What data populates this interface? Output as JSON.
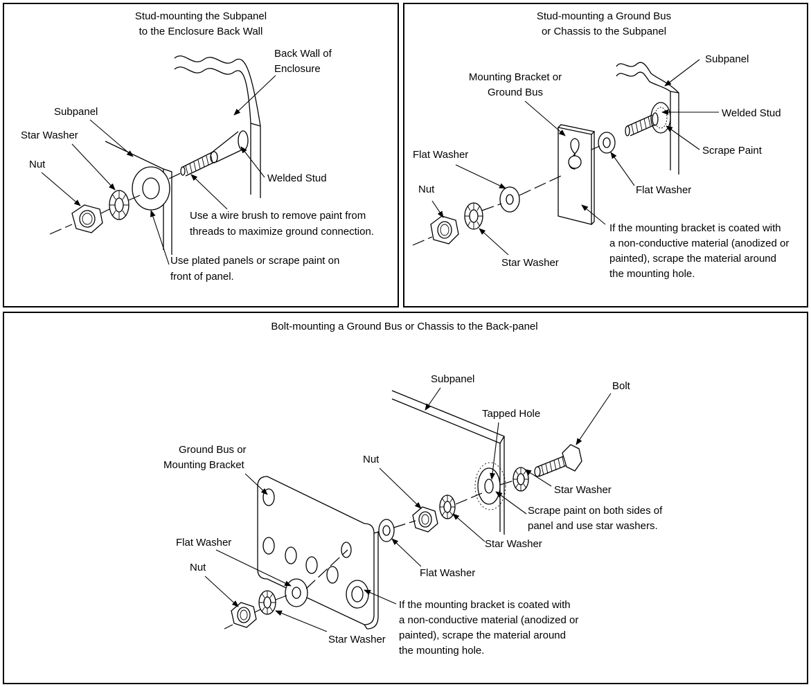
{
  "panel1": {
    "title_line1": "Stud-mounting the Subpanel",
    "title_line2": "to the Enclosure Back Wall",
    "labels": {
      "back_wall_1": "Back Wall of",
      "back_wall_2": "Enclosure",
      "subpanel": "Subpanel",
      "star_washer": "Star Washer",
      "nut": "Nut",
      "welded_stud": "Welded Stud",
      "brush_note_1": "Use a wire brush to remove paint from",
      "brush_note_2": "threads to maximize ground connection.",
      "plated_note_1": "Use plated panels or scrape paint on",
      "plated_note_2": "front of panel."
    }
  },
  "panel2": {
    "title_line1": "Stud-mounting a Ground Bus",
    "title_line2": "or Chassis to the Subpanel",
    "labels": {
      "subpanel": "Subpanel",
      "bracket_1": "Mounting Bracket or",
      "bracket_2": "Ground Bus",
      "welded_stud": "Welded Stud",
      "scrape_paint": "Scrape Paint",
      "flat_washer_left": "Flat Washer",
      "flat_washer_right": "Flat Washer",
      "nut": "Nut",
      "star_washer": "Star Washer",
      "coated_note_1": "If the mounting bracket is coated with",
      "coated_note_2": "a non-conductive material (anodized or",
      "coated_note_3": "painted), scrape the material around",
      "coated_note_4": "the mounting hole."
    }
  },
  "panel3": {
    "title": "Bolt-mounting a Ground Bus or Chassis to the Back-panel",
    "labels": {
      "subpanel": "Subpanel",
      "bolt": "Bolt",
      "tapped_hole": "Tapped Hole",
      "ground_bus_1": "Ground Bus or",
      "ground_bus_2": "Mounting Bracket",
      "nut_top": "Nut",
      "star_washer_right": "Star Washer",
      "scrape_note_1": "Scrape paint on both sides of",
      "scrape_note_2": "panel and use star washers.",
      "star_washer_mid": "Star Washer",
      "flat_washer_mid": "Flat Washer",
      "flat_washer_left": "Flat Washer",
      "nut_left": "Nut",
      "star_washer_left": "Star Washer",
      "coated_note_1": "If the mounting bracket is coated with",
      "coated_note_2": "a non-conductive material (anodized or",
      "coated_note_3": "painted), scrape the material around",
      "coated_note_4": "the mounting hole."
    }
  }
}
